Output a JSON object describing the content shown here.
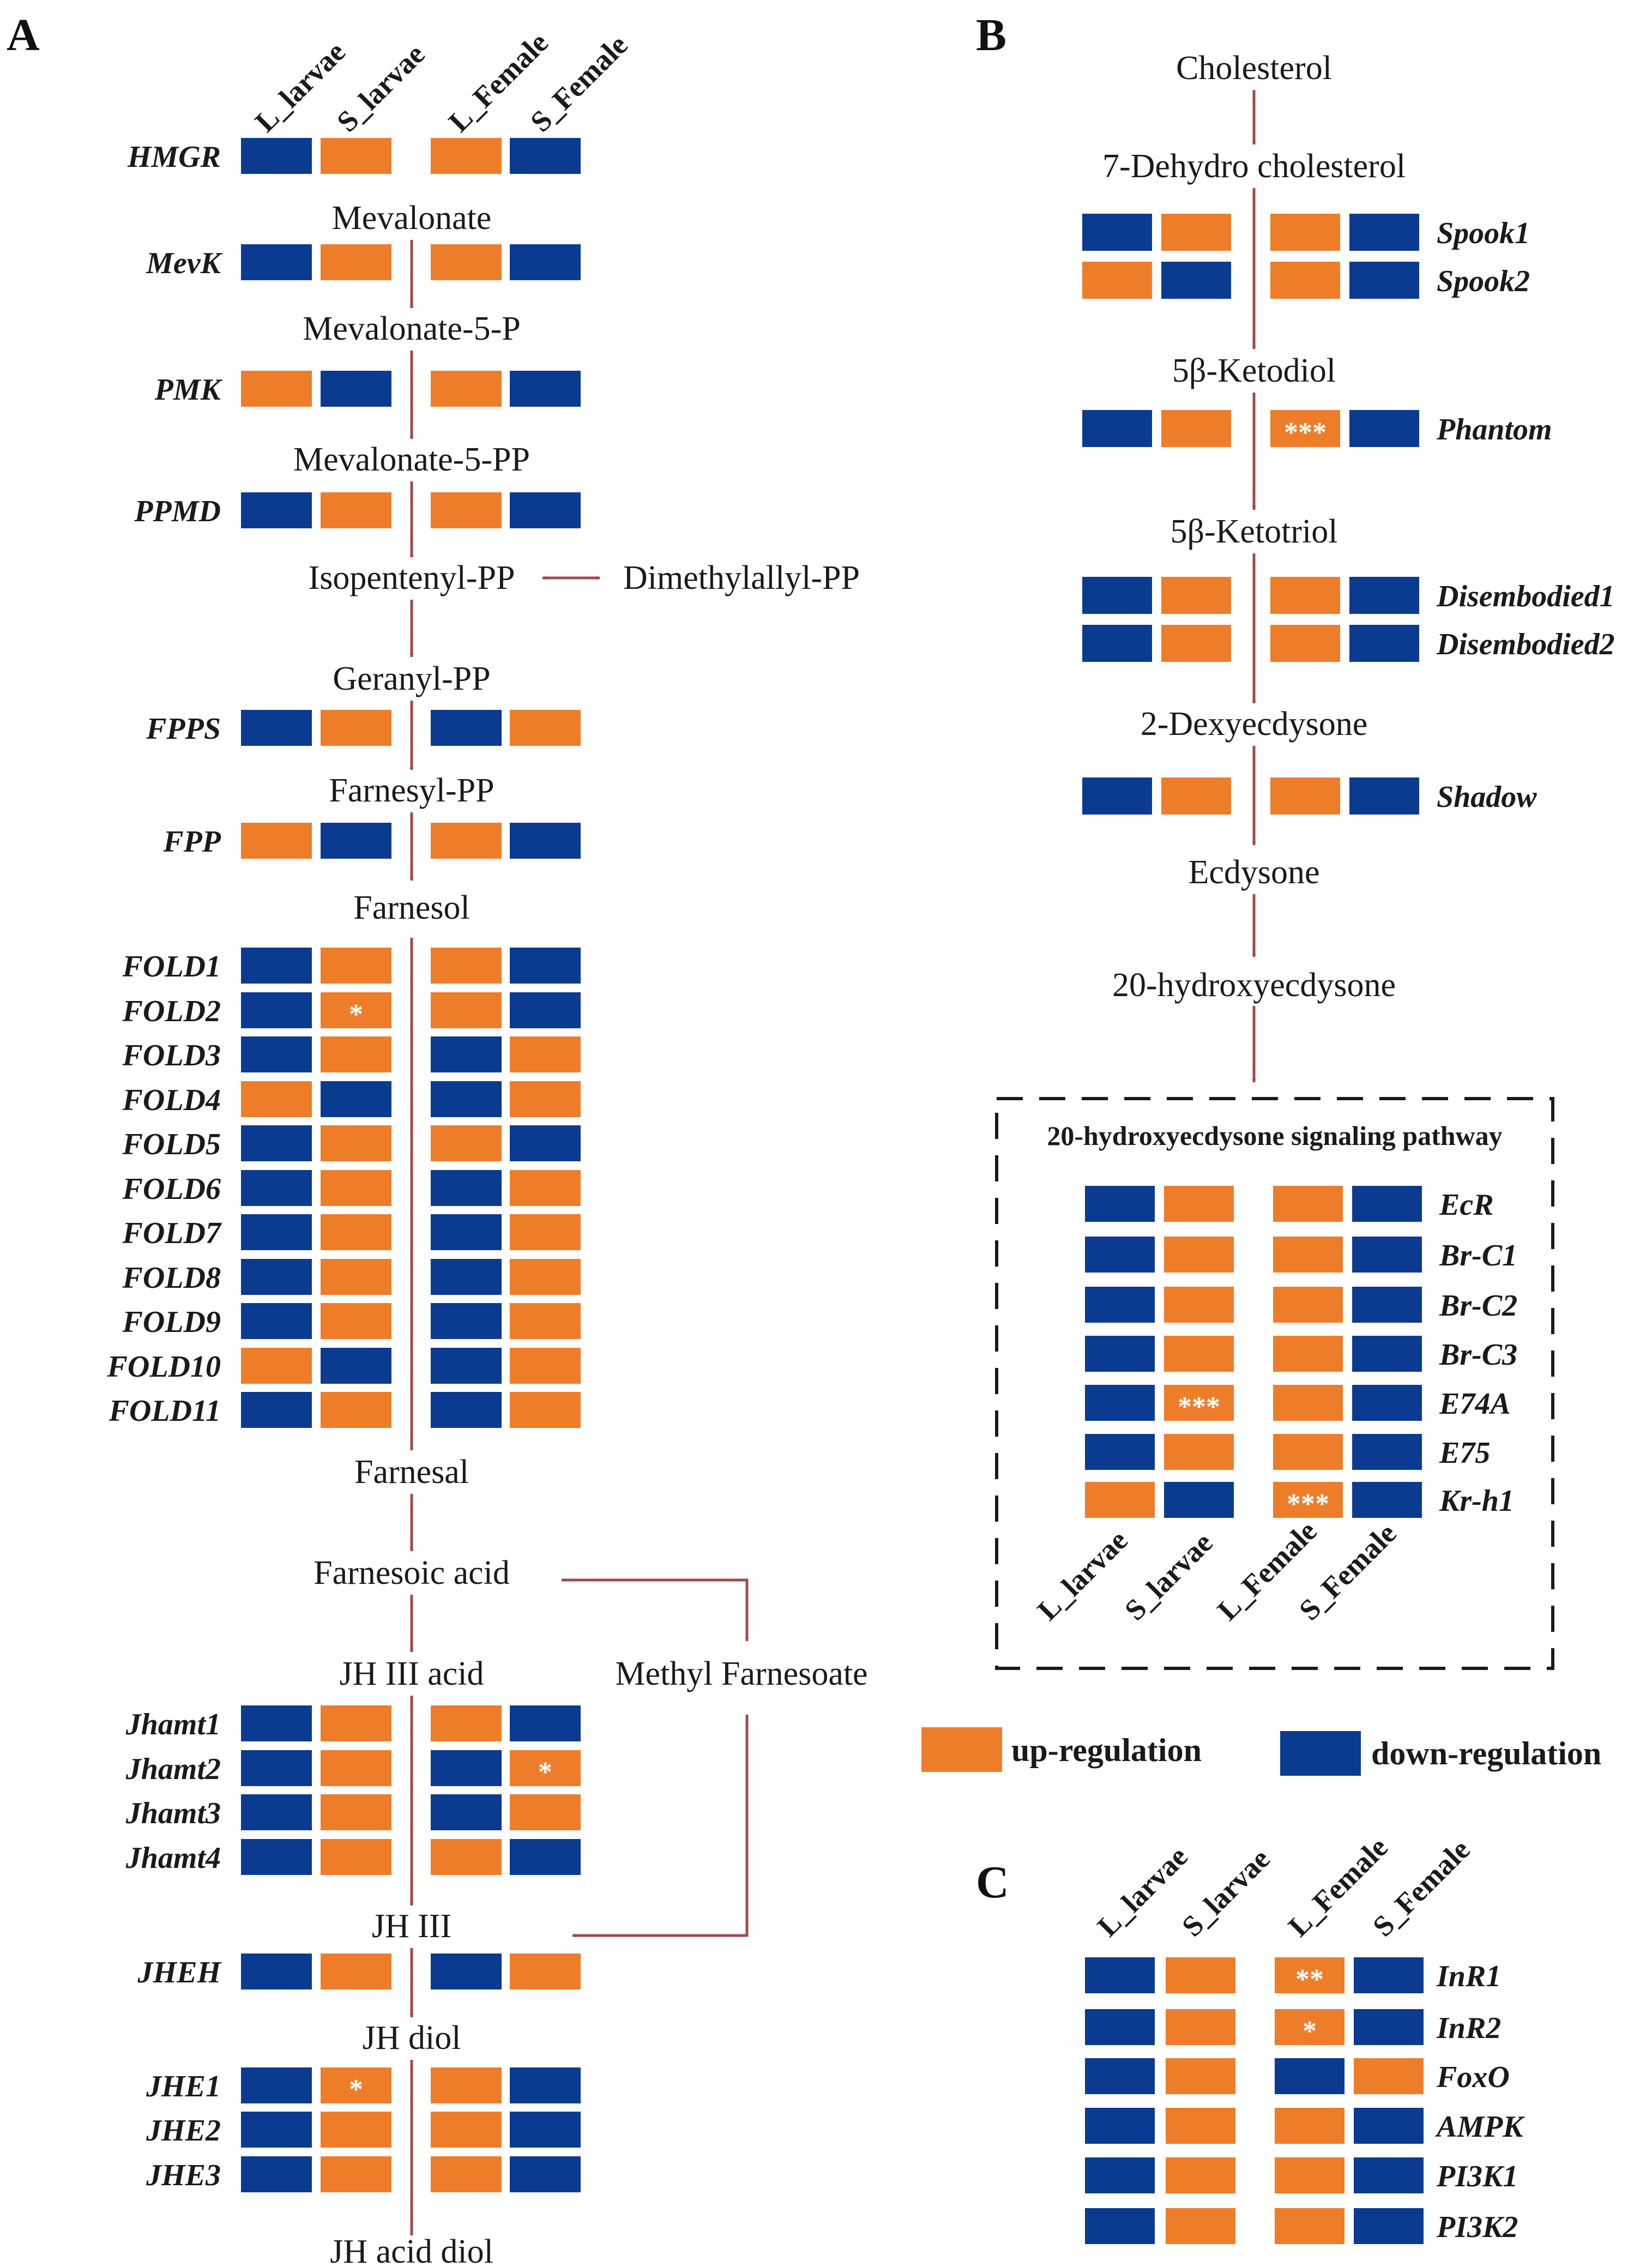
{
  "colors": {
    "up": "#ee7d2a",
    "down": "#0b3b91",
    "arrow": "#a1494d"
  },
  "panels": {
    "a": "A",
    "b": "B",
    "c": "C"
  },
  "columns": [
    "L_larvae",
    "S_larvae",
    "L_Female",
    "S_Female"
  ],
  "panel_a": {
    "metabolites": [
      "Mevalonate",
      "Mevalonate-5-P",
      "Mevalonate-5-PP",
      "Isopentenyl-PP",
      "Dimethylallyl-PP",
      "Geranyl-PP",
      "Farnesyl-PP",
      "Farnesol",
      "Farnesal",
      "Farnesoic acid",
      "JH III acid",
      "Methyl Farnesoate",
      "JH III",
      "JH diol",
      "JH acid diol"
    ],
    "genes": [
      {
        "name": "HMGR",
        "pattern": "DUUD",
        "stars": [
          "",
          "",
          "",
          ""
        ]
      },
      {
        "name": "MevK",
        "pattern": "DUUD",
        "stars": [
          "",
          "",
          "",
          ""
        ]
      },
      {
        "name": "PMK",
        "pattern": "UDUD",
        "stars": [
          "",
          "",
          "",
          ""
        ]
      },
      {
        "name": "PPMD",
        "pattern": "DUUD",
        "stars": [
          "",
          "",
          "",
          ""
        ]
      },
      {
        "name": "FPPS",
        "pattern": "DUDU",
        "stars": [
          "",
          "",
          "",
          ""
        ]
      },
      {
        "name": "FPP",
        "pattern": "UDUD",
        "stars": [
          "",
          "",
          "",
          ""
        ]
      },
      {
        "name": "FOLD1",
        "pattern": "DUUD",
        "stars": [
          "",
          "",
          "",
          ""
        ]
      },
      {
        "name": "FOLD2",
        "pattern": "DUUD",
        "stars": [
          "",
          "*",
          "",
          ""
        ]
      },
      {
        "name": "FOLD3",
        "pattern": "DUDU",
        "stars": [
          "",
          "",
          "",
          ""
        ]
      },
      {
        "name": "FOLD4",
        "pattern": "UDDU",
        "stars": [
          "",
          "",
          "",
          ""
        ]
      },
      {
        "name": "FOLD5",
        "pattern": "DUUD",
        "stars": [
          "",
          "",
          "",
          ""
        ]
      },
      {
        "name": "FOLD6",
        "pattern": "DUDU",
        "stars": [
          "",
          "",
          "",
          ""
        ]
      },
      {
        "name": "FOLD7",
        "pattern": "DUDU",
        "stars": [
          "",
          "",
          "",
          ""
        ]
      },
      {
        "name": "FOLD8",
        "pattern": "DUDU",
        "stars": [
          "",
          "",
          "",
          ""
        ]
      },
      {
        "name": "FOLD9",
        "pattern": "DUDU",
        "stars": [
          "",
          "",
          "",
          ""
        ]
      },
      {
        "name": "FOLD10",
        "pattern": "UDDU",
        "stars": [
          "",
          "",
          "",
          ""
        ]
      },
      {
        "name": "FOLD11",
        "pattern": "DUDU",
        "stars": [
          "",
          "",
          "",
          ""
        ]
      },
      {
        "name": "Jhamt1",
        "pattern": "DUUD",
        "stars": [
          "",
          "",
          "",
          ""
        ]
      },
      {
        "name": "Jhamt2",
        "pattern": "DUDU",
        "stars": [
          "",
          "",
          "",
          "*"
        ]
      },
      {
        "name": "Jhamt3",
        "pattern": "DUDU",
        "stars": [
          "",
          "",
          "",
          ""
        ]
      },
      {
        "name": "Jhamt4",
        "pattern": "DUUD",
        "stars": [
          "",
          "",
          "",
          ""
        ]
      },
      {
        "name": "JHEH",
        "pattern": "DUDU",
        "stars": [
          "",
          "",
          "",
          ""
        ]
      },
      {
        "name": "JHE1",
        "pattern": "DUUD",
        "stars": [
          "",
          "*",
          "",
          ""
        ]
      },
      {
        "name": "JHE2",
        "pattern": "DUUD",
        "stars": [
          "",
          "",
          "",
          ""
        ]
      },
      {
        "name": "JHE3",
        "pattern": "DUUD",
        "stars": [
          "",
          "",
          "",
          ""
        ]
      }
    ]
  },
  "panel_b": {
    "metabolites": [
      "Cholesterol",
      "7-Dehydro cholesterol",
      "5β-Ketodiol",
      "5β-Ketotriol",
      "2-Dexyecdysone",
      "Ecdysone",
      "20-hydroxyecdysone"
    ],
    "genes": [
      {
        "name": "Spook1",
        "pattern": "DUUD",
        "stars": [
          "",
          "",
          "",
          ""
        ]
      },
      {
        "name": "Spook2",
        "pattern": "UDUD",
        "stars": [
          "",
          "",
          "",
          ""
        ]
      },
      {
        "name": "Phantom",
        "pattern": "DUUD",
        "stars": [
          "",
          "",
          "***",
          ""
        ]
      },
      {
        "name": "Disembodied1",
        "pattern": "DUUD",
        "stars": [
          "",
          "",
          "",
          ""
        ]
      },
      {
        "name": "Disembodied2",
        "pattern": "DUUD",
        "stars": [
          "",
          "",
          "",
          ""
        ]
      },
      {
        "name": "Shadow",
        "pattern": "DUUD",
        "stars": [
          "",
          "",
          "",
          ""
        ]
      }
    ],
    "signaling": {
      "title": "20-hydroxyecdysone signaling pathway",
      "genes": [
        {
          "name": "EcR",
          "pattern": "DUUD",
          "stars": [
            "",
            "",
            "",
            ""
          ]
        },
        {
          "name": "Br-C1",
          "pattern": "DUUD",
          "stars": [
            "",
            "",
            "",
            ""
          ]
        },
        {
          "name": "Br-C2",
          "pattern": "DUUD",
          "stars": [
            "",
            "",
            "",
            ""
          ]
        },
        {
          "name": "Br-C3",
          "pattern": "DUUD",
          "stars": [
            "",
            "",
            "",
            ""
          ]
        },
        {
          "name": "E74A",
          "pattern": "DUUD",
          "stars": [
            "",
            "***",
            "",
            ""
          ]
        },
        {
          "name": "E75",
          "pattern": "DUUD",
          "stars": [
            "",
            "",
            "",
            ""
          ]
        },
        {
          "name": "Kr-h1",
          "pattern": "UDUD",
          "stars": [
            "",
            "",
            "***",
            ""
          ]
        }
      ]
    }
  },
  "legend": {
    "up": "up-regulation",
    "down": "down-regulation"
  },
  "panel_c": {
    "genes": [
      {
        "name": "InR1",
        "pattern": "DUUD",
        "stars": [
          "",
          "",
          "**",
          ""
        ]
      },
      {
        "name": "InR2",
        "pattern": "DUUD",
        "stars": [
          "",
          "",
          "*",
          ""
        ]
      },
      {
        "name": "FoxO",
        "pattern": "DUDU",
        "stars": [
          "",
          "",
          "",
          ""
        ]
      },
      {
        "name": "AMPK",
        "pattern": "DUUD",
        "stars": [
          "",
          "",
          "",
          ""
        ]
      },
      {
        "name": "PI3K1",
        "pattern": "DUUD",
        "stars": [
          "",
          "",
          "",
          ""
        ]
      },
      {
        "name": "PI3K2",
        "pattern": "DUUD",
        "stars": [
          "",
          "",
          "",
          ""
        ]
      }
    ]
  }
}
